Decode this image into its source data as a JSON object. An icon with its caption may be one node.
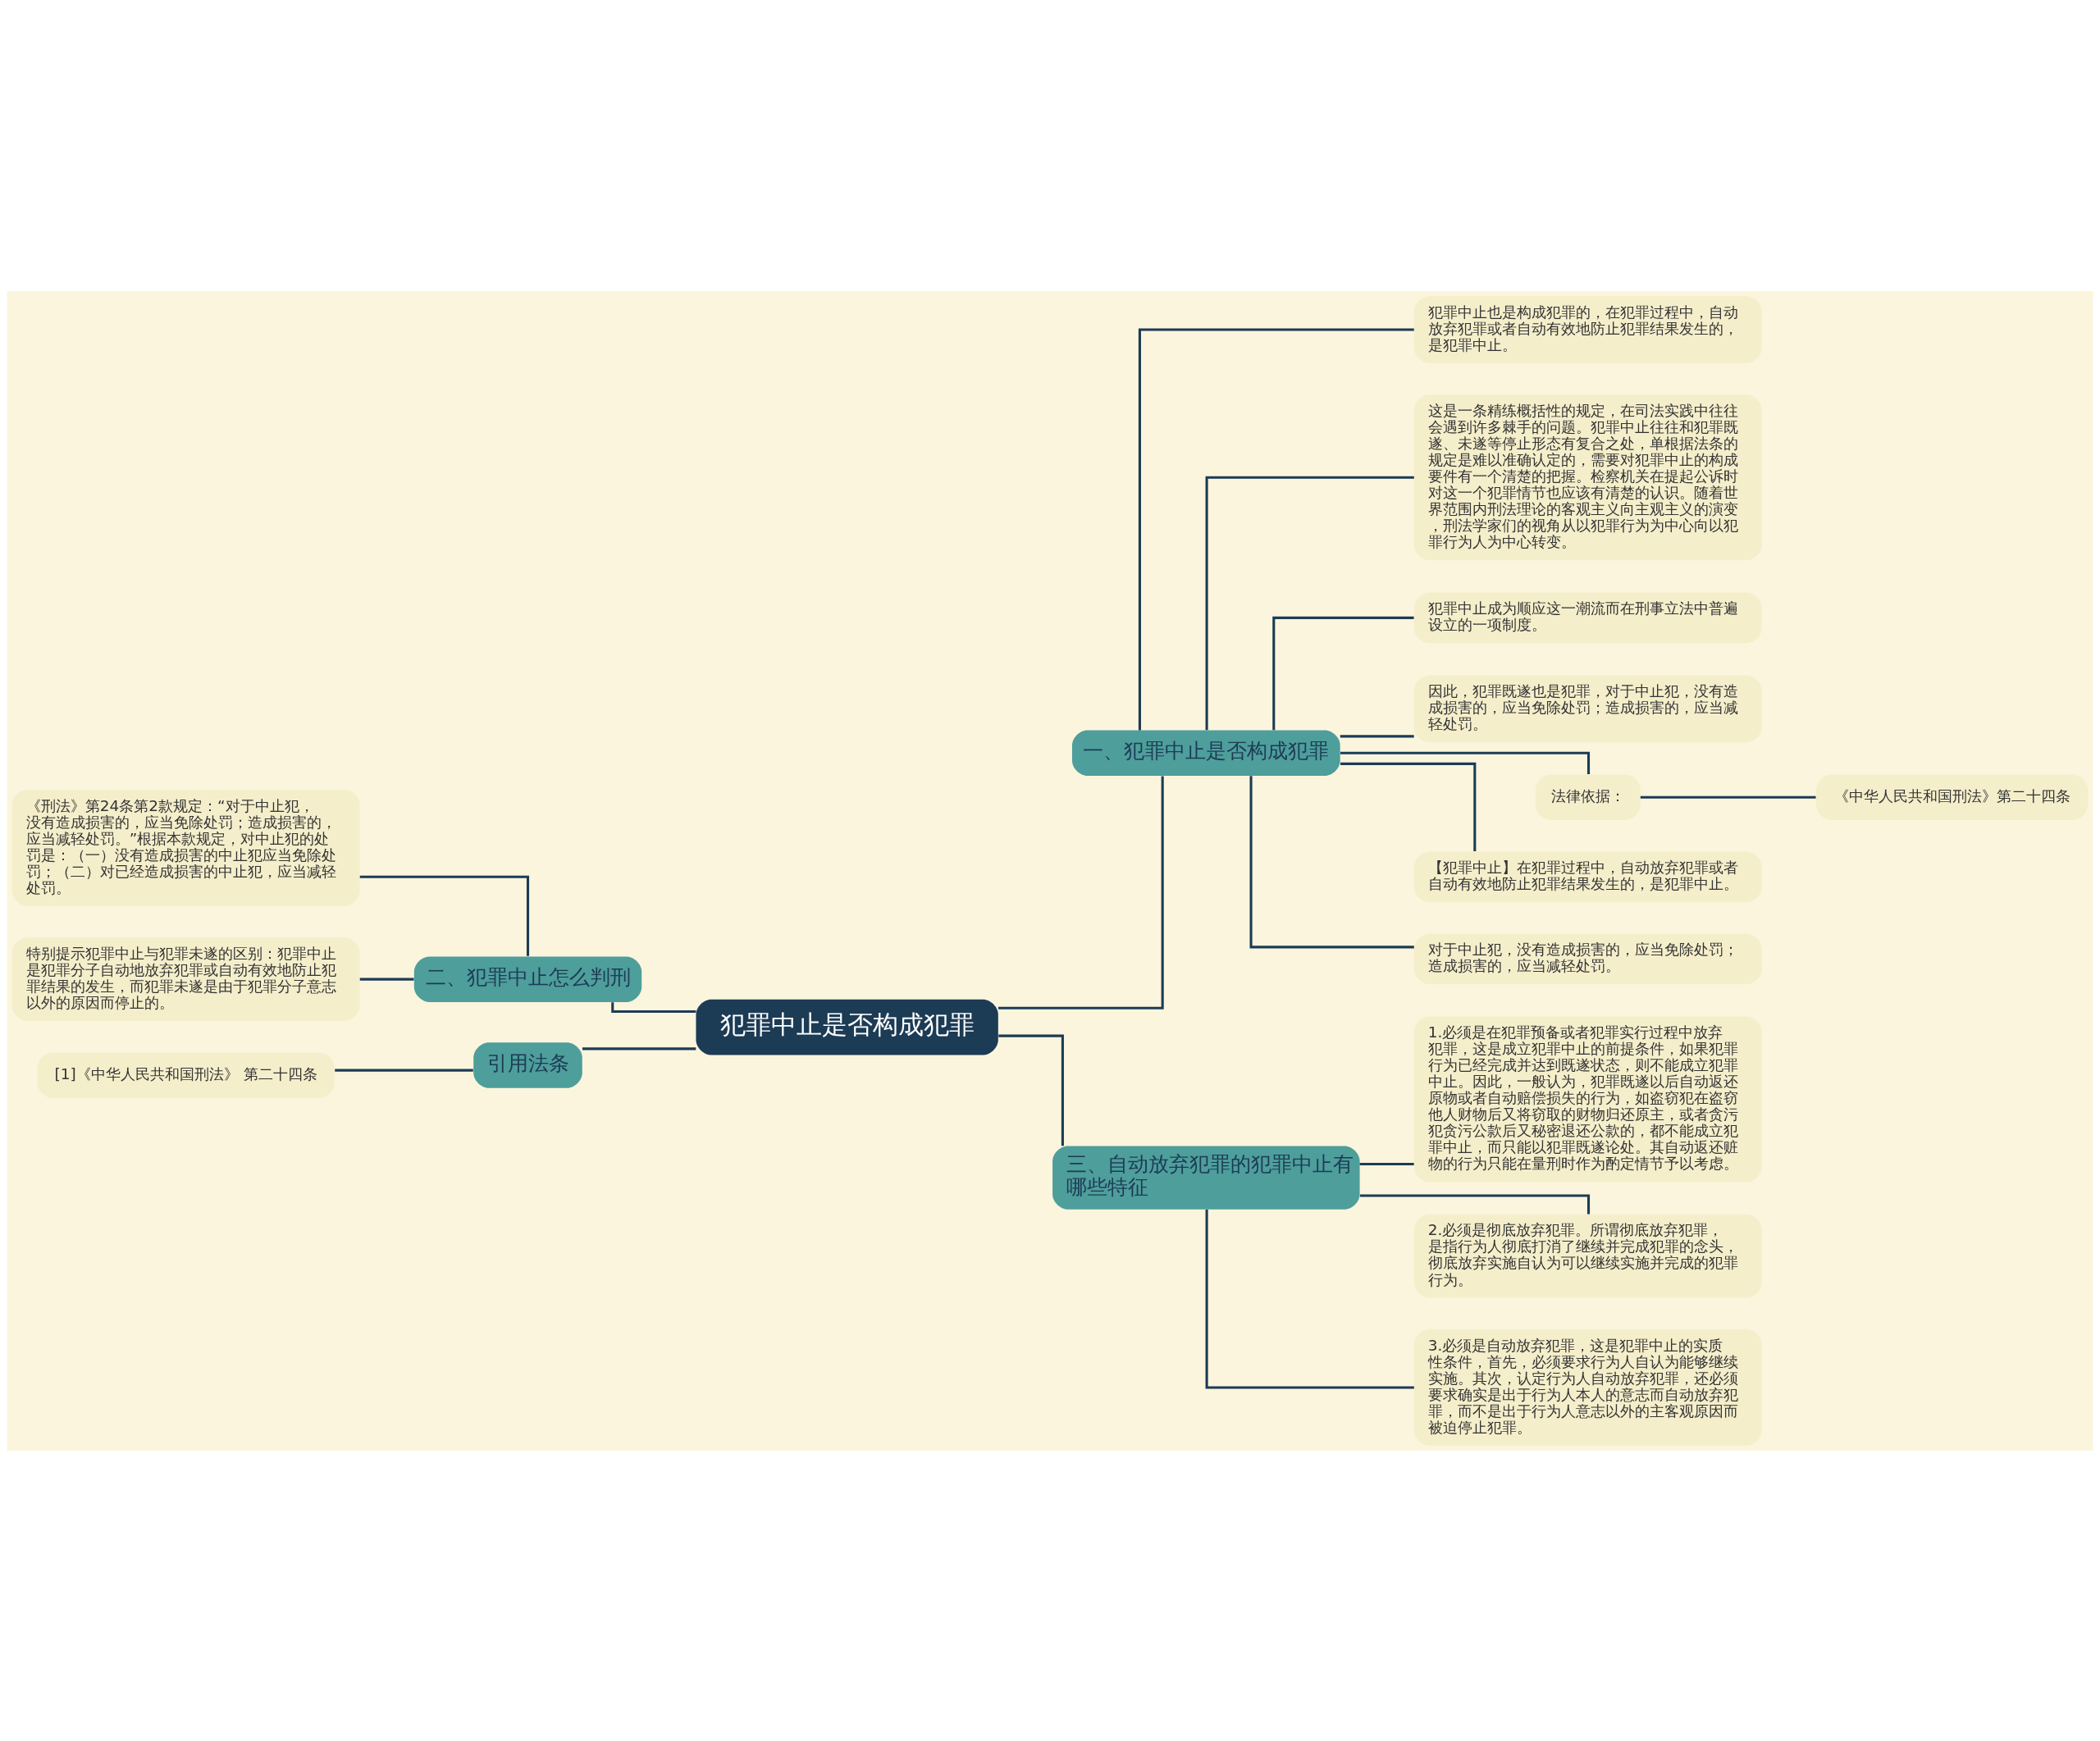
{
  "diagram": {
    "nodes": [
      {
        "text": [
          "犯罪中止是否构成犯罪"
        ]
      },
      {
        "text": [
          "一、犯罪中止是否构成犯罪"
        ]
      },
      {
        "text": [
          "犯罪中止也是构成犯罪的，在犯罪过程中，自动放弃犯罪或者自动有效地防止犯罪结果发生的，是犯罪中止。"
        ]
      },
      {
        "text": [
          "这是一条精练概括性的规定，在司法实践中往往会遇到许多棘手的问题。犯罪中止往往和犯罪既遂、未遂等停止形态有复合之处，单根据法条的规定是难以准确认定的，需要对犯罪中止的构成要件有一个清楚的把握。检察机关在提起公诉时对这一个犯罪情节也应该有清楚的认识。随着世界范围内刑法理论的客观主义向主观主义的演变，刑法学家们的视角从以犯罪行为为中心向以犯罪行为人为中心转变。"
        ]
      },
      {
        "text": [
          "犯罪中止成为顺应这一潮流而在刑事立法中普遍设立的一项制度。"
        ]
      },
      {
        "text": [
          "因此，犯罪既遂也是犯罪，对于中止犯，没有造成损害的，应当免除处罚；造成损害的，应当减轻处罚。"
        ]
      },
      {
        "text": [
          "法律依据："
        ]
      },
      {
        "text": [
          "《中华人民共和国刑法》第二十四条"
        ]
      },
      {
        "text": [
          "【犯罪中止】在犯罪过程中，自动放弃犯罪或者自动有效地防止犯罪结果发生的，是犯罪中止。"
        ]
      },
      {
        "text": [
          "对于中止犯，没有造成损害的，应当免除处罚；造成损害的，应当减轻处罚。"
        ]
      },
      {
        "text": [
          "三、自动放弃犯罪的犯罪中止有哪些特征"
        ]
      },
      {
        "text": [
          "1.必须是在犯罪预备或者犯罪实行过程中放弃犯罪，这是成立犯罪中止的前提条件，如果犯罪行为已经完成并达到既遂状态，则不能成立犯罪中止。因此，一般认为，犯罪既遂以后自动返还原物或者自动赔偿损失的行为，如盗窃犯在盗窃他人财物后又将窃取的财物归还原主，或者贪污犯贪污公款后又秘密退还公款的，都不能成立犯罪中止，而只能以犯罪既遂论处。其自动返还赃物的行为只能在量刑时作为酌定情节予以考虑。"
        ]
      },
      {
        "text": [
          "2.必须是彻底放弃犯罪。所谓彻底放弃犯罪，是指行为人彻底打消了继续并完成犯罪的念头，彻底放弃实施自认为可以继续实施并完成的犯罪行为。"
        ]
      },
      {
        "text": [
          "3.必须是自动放弃犯罪，这是犯罪中止的实质性条件，首先，必须要求行为人自认为能够继续实施。其次，认定行为人自动放弃犯罪，还必须要求确实是出于行为人本人的意志而自动放弃犯罪，而不是出于行为人意志以外的主客观原因而被迫停止犯罪。"
        ]
      },
      {
        "text": [
          "二、犯罪中止怎么判刑"
        ]
      },
      {
        "text": [
          "《刑法》第24条第2款规定：“对于中止犯，没有造成损害的，应当免除处罚；造成损害的，应当减轻处罚。”根据本款规定，对中止犯的处罚是：（一）没有造成损害的中止犯应当免除处罚；（二）对已经造成损害的中止犯，应当减轻处罚。"
        ]
      },
      {
        "text": [
          "特别提示犯罪中止与犯罪未遂的区别：犯罪中止是犯罪分子自动地放弃犯罪或自动有效地防止犯罪结果的发生，而犯罪未遂是由于犯罪分子意志以外的原因而停止的。"
        ]
      },
      {
        "text": [
          "引用法条"
        ]
      },
      {
        "text": [
          "[1]《中华人民共和国刑法》 第二十四条"
        ]
      }
    ],
    "edges": [
      {
        "from": 0,
        "to": 1,
        "arrow": "none"
      },
      {
        "from": 1,
        "to": 2,
        "arrow": "none"
      },
      {
        "from": 1,
        "to": 3,
        "arrow": "none"
      },
      {
        "from": 1,
        "to": 4,
        "arrow": "none"
      },
      {
        "from": 1,
        "to": 5,
        "arrow": "none"
      },
      {
        "from": 1,
        "to": 6,
        "arrow": "none"
      },
      {
        "from": 6,
        "to": 7,
        "arrow": "none"
      },
      {
        "from": 1,
        "to": 8,
        "arrow": "none"
      },
      {
        "from": 1,
        "to": 9,
        "arrow": "none"
      },
      {
        "from": 0,
        "to": 10,
        "arrow": "none"
      },
      {
        "from": 10,
        "to": 11,
        "arrow": "none"
      },
      {
        "from": 10,
        "to": 12,
        "arrow": "none"
      },
      {
        "from": 10,
        "to": 13,
        "arrow": "none"
      },
      {
        "from": 0,
        "to": 14,
        "arrow": "none"
      },
      {
        "from": 14,
        "to": 15,
        "arrow": "none"
      },
      {
        "from": 14,
        "to": 16,
        "arrow": "none"
      },
      {
        "from": 0,
        "to": 17,
        "arrow": "none"
      },
      {
        "from": 17,
        "to": 18,
        "arrow": "none"
      }
    ]
  }
}
